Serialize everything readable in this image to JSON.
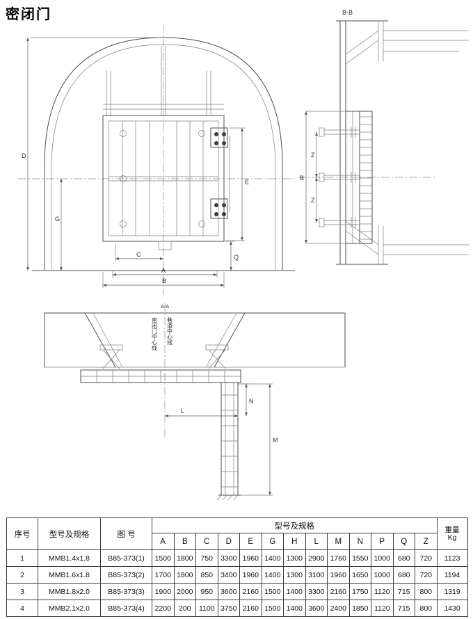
{
  "page": {
    "title": "密闭门"
  },
  "drawing": {
    "front_view": {
      "dim_d": "D",
      "dim_g": "G",
      "dim_c": "C",
      "dim_a": "A",
      "dim_b": "B",
      "dim_e": "E",
      "dim_q": "Q"
    },
    "section_view": {
      "title": "B-B",
      "dim_z": "Z",
      "dim_b": "B"
    },
    "plan_view": {
      "section_mark": "A-A",
      "door_centerline_label": "密闭门中心线",
      "tunnel_centerline_label": "巷道中心线",
      "dim_l": "L",
      "dim_m": "M",
      "dim_n": "N"
    }
  },
  "table": {
    "header": {
      "serial": "序号",
      "model": "型号及规格",
      "drawing_no": "图 号",
      "spec_group": "型号及规格",
      "weight_line1": "重量",
      "weight_line2": "Kg"
    },
    "dim_columns": [
      "A",
      "B",
      "C",
      "D",
      "E",
      "G",
      "H",
      "L",
      "M",
      "N",
      "P",
      "Q",
      "Z"
    ],
    "rows": [
      {
        "serial": "1",
        "model": "MMB1.4x1.8",
        "drawing_no": "B85-373(1)",
        "dims": [
          "1500",
          "1800",
          "750",
          "3300",
          "1960",
          "1400",
          "1300",
          "2900",
          "1760",
          "1550",
          "1000",
          "680",
          "720"
        ],
        "weight": "1123"
      },
      {
        "serial": "2",
        "model": "MMB1.6x1.8",
        "drawing_no": "B85-373(2)",
        "dims": [
          "1700",
          "1800",
          "850",
          "3400",
          "1960",
          "1400",
          "1300",
          "3100",
          "1960",
          "1650",
          "1000",
          "680",
          "720"
        ],
        "weight": "1194"
      },
      {
        "serial": "3",
        "model": "MMB1.8x2.0",
        "drawing_no": "B85-373(3)",
        "dims": [
          "1900",
          "2000",
          "950",
          "3600",
          "2160",
          "1500",
          "1400",
          "3300",
          "2160",
          "1750",
          "1120",
          "715",
          "800"
        ],
        "weight": "1319"
      },
      {
        "serial": "4",
        "model": "MMB2.1x2.0",
        "drawing_no": "B85-373(4)",
        "dims": [
          "2200",
          "200",
          "1100",
          "3750",
          "2160",
          "1500",
          "1400",
          "3600",
          "2400",
          "1850",
          "1120",
          "715",
          "800"
        ],
        "weight": "1430"
      }
    ]
  }
}
